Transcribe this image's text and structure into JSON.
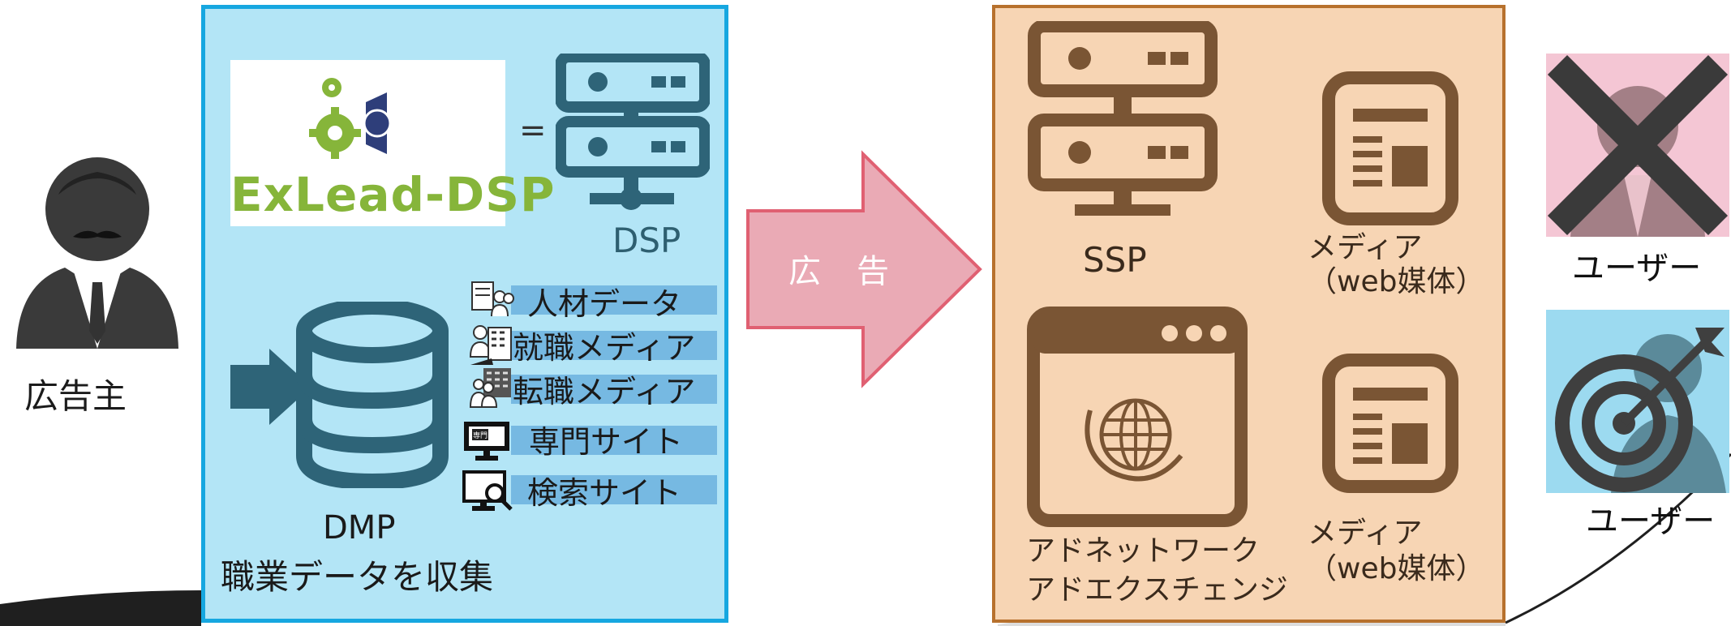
{
  "advertiser": {
    "label": "広告主",
    "icon": "advertiser-person-icon"
  },
  "dsp": {
    "logo_text": "ExLead-DSP",
    "equals": "=",
    "server_label": "DSP",
    "dmp_label": "DMP",
    "dmp_sub": "職業データを収集",
    "data_sources": [
      {
        "label": "人材データ",
        "icon": "people-data-icon"
      },
      {
        "label": "就職メディア",
        "icon": "job-media-icon"
      },
      {
        "label": "転職メディア",
        "icon": "career-change-media-icon"
      },
      {
        "label": "専門サイト",
        "icon": "specialty-site-monitor-icon",
        "icon_text": "専門"
      },
      {
        "label": "検索サイト",
        "icon": "search-site-monitor-icon"
      }
    ],
    "colors": {
      "panel": "#b3e5f6",
      "border": "#16a7e0",
      "icon": "#2e6478",
      "logo_green": "#86b53a"
    }
  },
  "arrow": {
    "label": "広告",
    "color": "#eaaab5"
  },
  "supply": {
    "ssp_label": "SSP",
    "media1_line1": "メディア",
    "media1_line2": "（web媒体）",
    "network_line1": "アドネットワーク",
    "network_line2": "アドエクスチェンジ",
    "media2_line1": "メディア",
    "media2_line2": "（web媒体）",
    "colors": {
      "panel": "#f7d5b4",
      "border": "#b7712d",
      "icon": "#7a5534"
    }
  },
  "users": [
    {
      "label": "ユーザー",
      "state": "crossed-out"
    },
    {
      "label": "ユーザー",
      "state": "targeted"
    }
  ]
}
